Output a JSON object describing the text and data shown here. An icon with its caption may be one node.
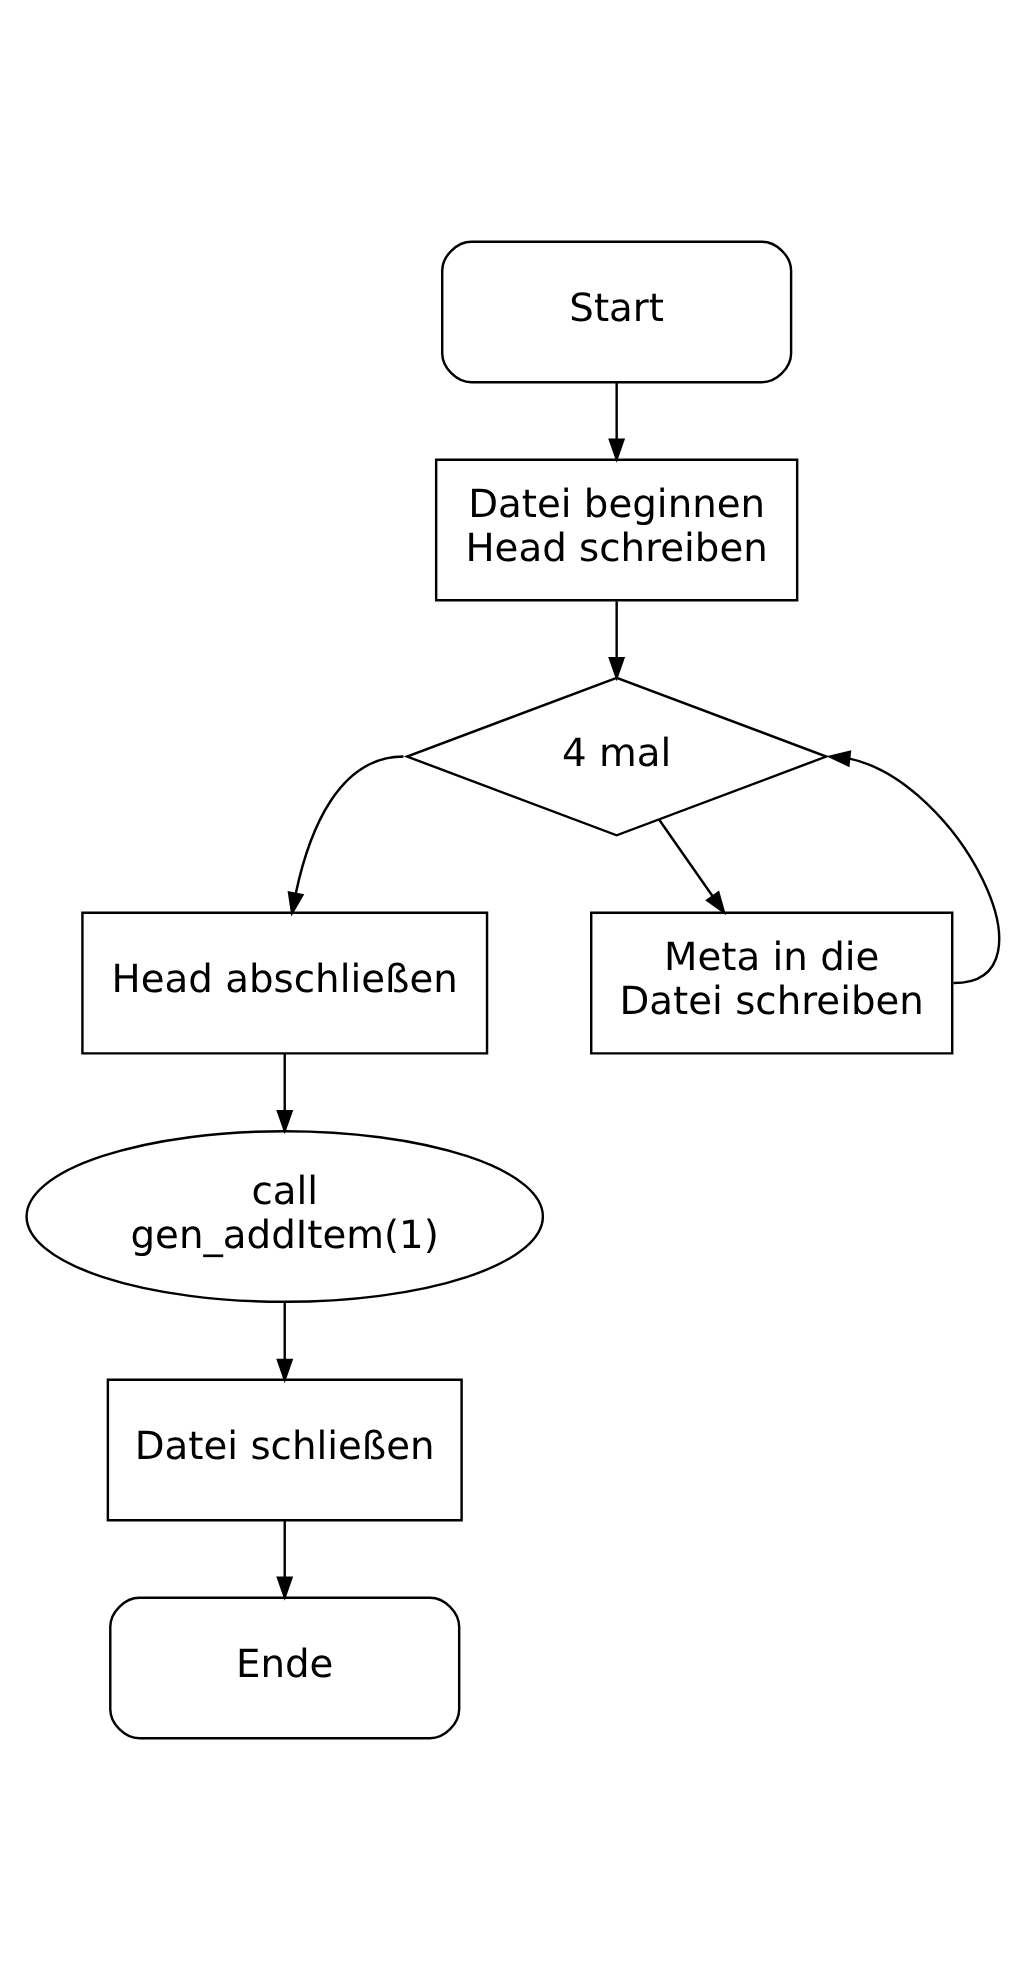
{
  "diagram": {
    "nodes": [
      {
        "text": [
          "Start"
        ]
      },
      {
        "text": [
          "Datei beginnen Head schreiben"
        ]
      },
      {
        "text": [
          "4 mal"
        ]
      },
      {
        "text": [
          "Meta in die Datei schreiben"
        ]
      },
      {
        "text": [
          "Head abschließen"
        ]
      },
      {
        "text": [
          "call gen_addItem(1)"
        ]
      },
      {
        "text": [
          "Datei schließen"
        ]
      },
      {
        "text": [
          "Ende"
        ]
      }
    ],
    "edges": [
      {
        "from": 0,
        "to": 1,
        "arrow": "to"
      },
      {
        "from": 1,
        "to": 2,
        "arrow": "to"
      },
      {
        "from": 2,
        "to": 3,
        "arrow": "to"
      },
      {
        "from": 3,
        "to": 2,
        "arrow": "to"
      },
      {
        "from": 2,
        "to": 4,
        "arrow": "to"
      },
      {
        "from": 4,
        "to": 5,
        "arrow": "to"
      },
      {
        "from": 5,
        "to": 6,
        "arrow": "to"
      },
      {
        "from": 6,
        "to": 7,
        "arrow": "to"
      }
    ]
  }
}
